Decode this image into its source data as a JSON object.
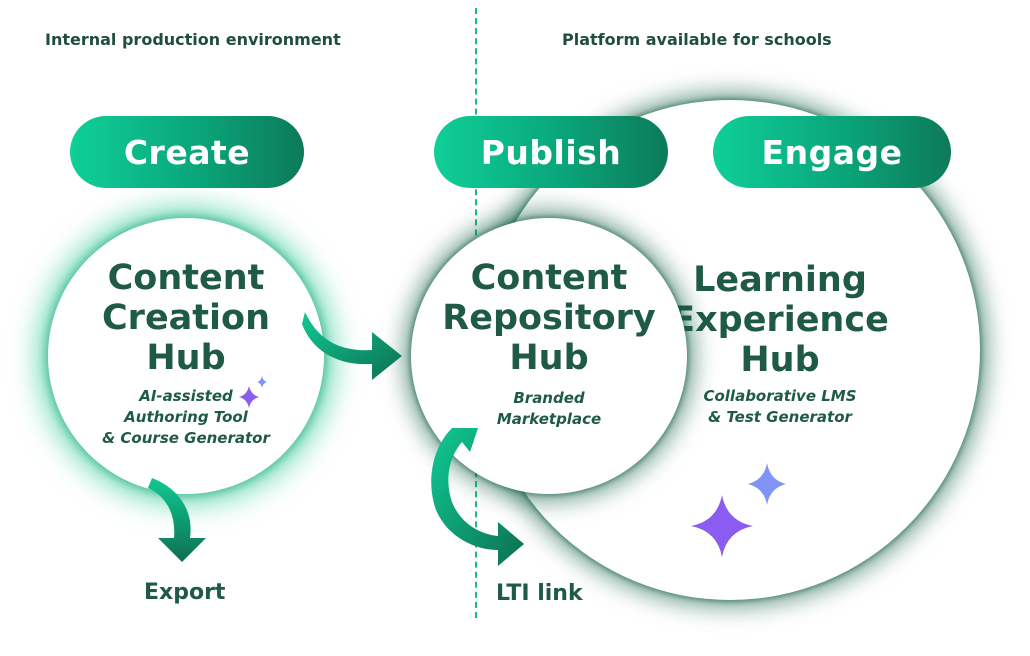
{
  "labels": {
    "left_section": "Internal production environment",
    "right_section": "Platform available for schools"
  },
  "stages": {
    "create": "Create",
    "publish": "Publish",
    "engage": "Engage"
  },
  "hubs": {
    "creation": {
      "title_lines": [
        "Content",
        "Creation",
        "Hub"
      ],
      "subtitle_lines": [
        "AI-assisted",
        "Authoring Tool",
        "& Course Generator"
      ]
    },
    "repository": {
      "title_lines": [
        "Content",
        "Repository",
        "Hub"
      ],
      "subtitle_lines": [
        "Branded",
        "Marketplace"
      ]
    },
    "learning": {
      "title_lines": [
        "Learning",
        "Experience",
        "Hub"
      ],
      "subtitle_lines": [
        "Collaborative LMS",
        "& Test Generator"
      ]
    }
  },
  "outputs": {
    "export": "Export",
    "lti": "LTI link"
  },
  "colors": {
    "accent_light": "#0fcf98",
    "accent_dark": "#0d7a59",
    "text": "#1f5a46",
    "sparkle_purple": "#8a5cf0",
    "sparkle_blue": "#7f94f5"
  },
  "icons": {
    "arrow": "curved-arrow-icon",
    "sparkle": "sparkle-icon"
  }
}
